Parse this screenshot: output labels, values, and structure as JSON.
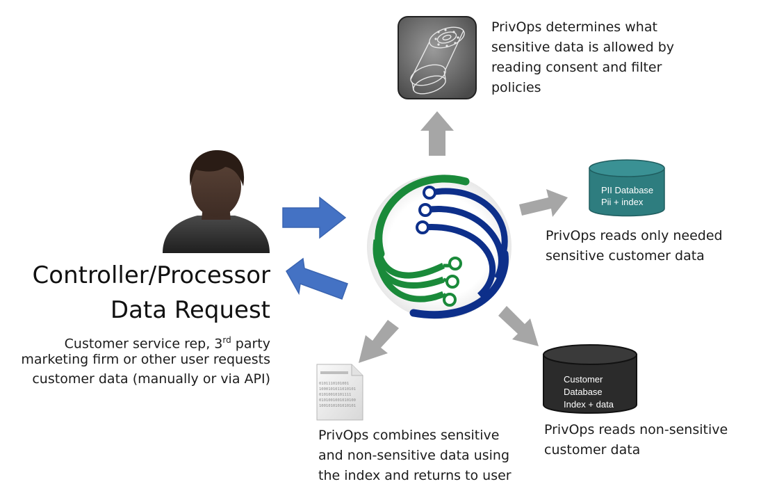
{
  "controller": {
    "title_line1": "Controller/Processor",
    "title_line2": "Data Request",
    "sub_line1_pre": "Customer service rep, 3",
    "sub_line1_sup": "rd",
    "sub_line1_post": " party",
    "sub_line2": "marketing firm or other user requests",
    "sub_line3": "customer data (manually or via API)"
  },
  "policy": {
    "line1": "PrivOps determines what",
    "line2": "sensitive data is allowed by",
    "line3": "reading consent and filter",
    "line4": "policies"
  },
  "pii_db": {
    "label1": "PII Database",
    "label2": "Pii + index",
    "caption1": "PrivOps reads only needed",
    "caption2": "sensitive customer data"
  },
  "customer_db": {
    "label1": "Customer",
    "label2": "Database",
    "label3": "Index + data",
    "caption1": "PrivOps reads non-sensitive",
    "caption2": "customer data"
  },
  "combine": {
    "binary": [
      "0101110101001",
      "1000101011010101",
      "01010010101111",
      "0101001001010100",
      "1001010101010101"
    ],
    "line1": "PrivOps combines sensitive",
    "line2": "and non-sensitive data using",
    "line3": "the index and returns to user"
  },
  "colors": {
    "arrow_blue": "#4472c4",
    "arrow_gray": "#a6a6a6",
    "logo_green": "#1a8a3a",
    "logo_navy": "#0d2f8a",
    "pii_db_fill": "#2e7d7f",
    "customer_db_fill": "#2b2b2b"
  }
}
